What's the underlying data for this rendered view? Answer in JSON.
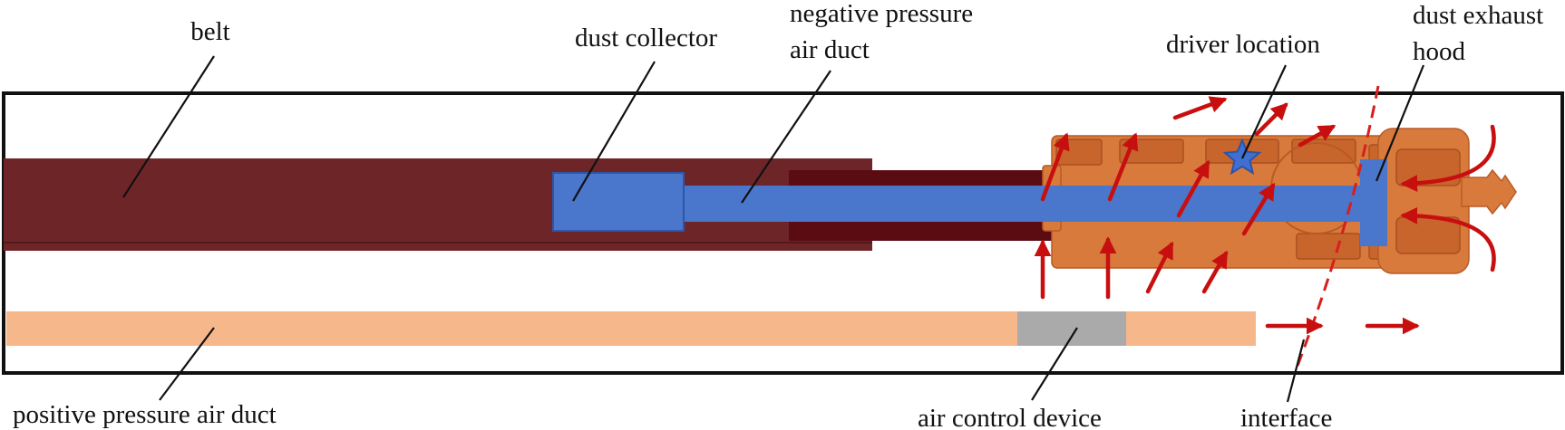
{
  "labels": {
    "belt": "belt",
    "dust_collector": "dust collector",
    "negative_duct_line1": "negative pressure",
    "negative_duct_line2": "air duct",
    "driver_location": "driver location",
    "dust_hood_line1": "dust exhaust",
    "dust_hood_line2": "hood",
    "positive_duct": "positive pressure air duct",
    "air_control": "air control device",
    "interface": "interface"
  },
  "colors": {
    "belt": "#6e2528",
    "belt_dark_section": "#5a0c12",
    "negative_duct": "#4a76cc",
    "positive_duct": "#f6b88b",
    "air_control_device": "#aaaaaa",
    "roadheader": "#d97a3d",
    "airflow": "#c80f0f",
    "driver_star": "#3f6fd1"
  },
  "icons": {
    "driver_marker": "star-icon",
    "airflow_marker": "arrow-icon"
  }
}
